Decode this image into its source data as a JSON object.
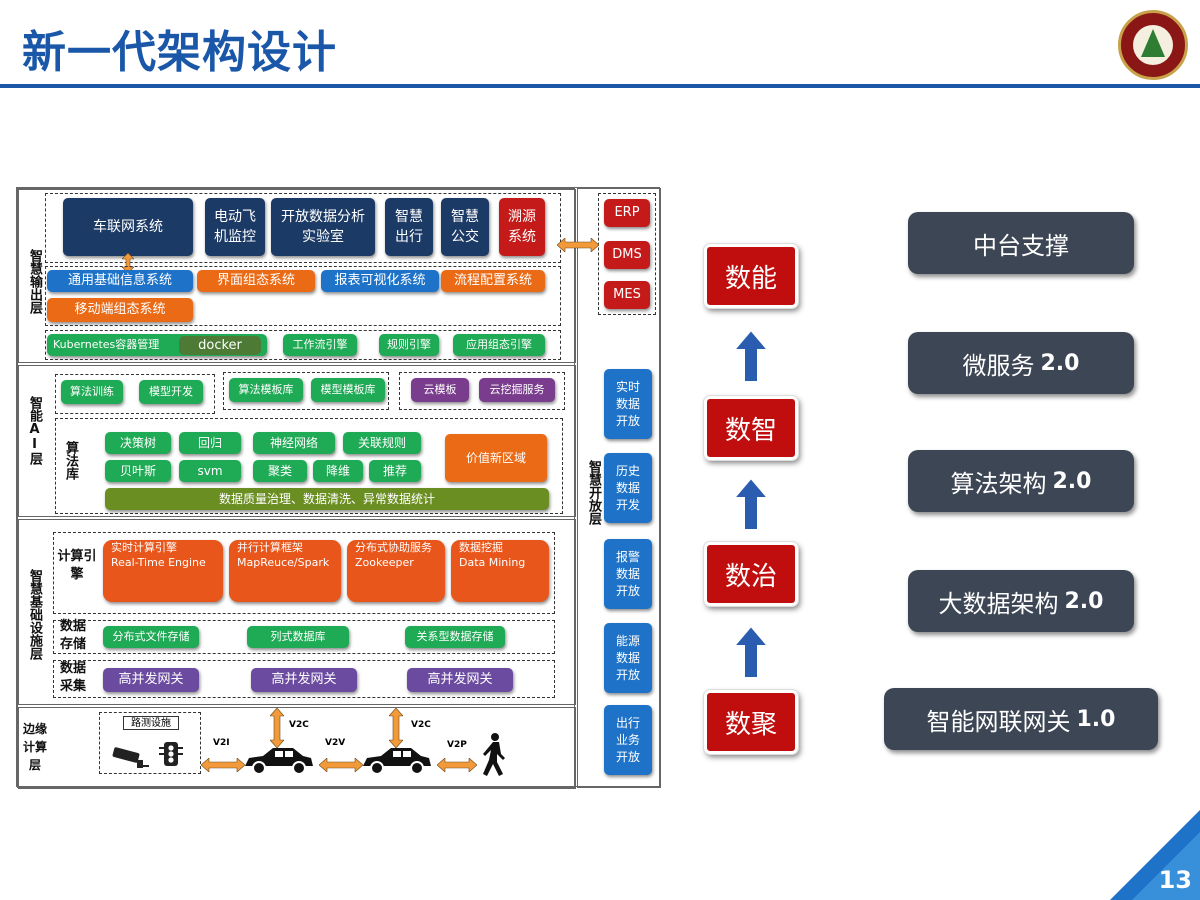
{
  "page": {
    "title": "新一代架构设计",
    "page_number": "13"
  },
  "layers": {
    "output": "智慧输出层",
    "ai": "智能AI层",
    "infra": "智慧基础设施层",
    "edge": "边缘计算层",
    "open": "智慧开放层"
  },
  "output_layer": {
    "apps": [
      "车联网系统",
      "电动飞机监控",
      "开放数据分析实验室",
      "智慧出行",
      "智慧公交",
      "溯源系统"
    ],
    "app_lines": [
      [
        "车联网系统"
      ],
      [
        "电动飞",
        "机监控"
      ],
      [
        "开放数据分析",
        "实验室"
      ],
      [
        "智慧",
        "出行"
      ],
      [
        "智慧",
        "公交"
      ],
      [
        "溯源",
        "系统"
      ]
    ],
    "components": [
      "通用基础信息系统",
      "界面组态系统",
      "报表可视化系统",
      "流程配置系统",
      "移动端组态系统"
    ],
    "engines": [
      "Kubernetes容器管理",
      "docker",
      "工作流引擎",
      "规则引擎",
      "应用组态引擎"
    ]
  },
  "external_systems": [
    "ERP",
    "DMS",
    "MES"
  ],
  "ai_layer": {
    "top": [
      "算法训练",
      "模型开发",
      "算法模板库",
      "模型模板库",
      "云模板",
      "云挖掘服务"
    ],
    "lib_label": "算法库",
    "algorithms": [
      "决策树",
      "回归",
      "神经网络",
      "关联规则",
      "贝叶斯",
      "svm",
      "聚类",
      "降维",
      "推荐"
    ],
    "value_zone": "价值新区域",
    "data_quality": "数据质量治理、数据清洗、异常数据统计"
  },
  "infra_layer": {
    "compute_label": "计算引擎",
    "engines": [
      {
        "cn": "实时计算引擎",
        "en": "Real-Time Engine"
      },
      {
        "cn": "并行计算框架",
        "en": "MapReuce/Spark"
      },
      {
        "cn": "分布式协助服务",
        "en": "Zookeeper"
      },
      {
        "cn": "数据挖掘",
        "en": "Data Mining"
      }
    ],
    "storage_label": "数据存储",
    "storage": [
      "分布式文件存储",
      "列式数据库",
      "关系型数据存储"
    ],
    "collect_label": "数据采集",
    "gateways": [
      "高并发网关",
      "高并发网关",
      "高并发网关"
    ]
  },
  "edge_layer": {
    "roadside": "路测设施",
    "links": [
      "V2I",
      "V2C",
      "V2V",
      "V2C",
      "V2P"
    ]
  },
  "open_layer": {
    "items": [
      [
        "实时",
        "数据",
        "开放"
      ],
      [
        "历史",
        "数据",
        "开发"
      ],
      [
        "报警",
        "数据",
        "开放"
      ],
      [
        "能源",
        "数据",
        "开放"
      ],
      [
        "出行",
        "业务",
        "开放"
      ]
    ]
  },
  "stages": [
    "数能",
    "数智",
    "数治",
    "数聚"
  ],
  "evolution": [
    {
      "text": "中台支撑",
      "version": ""
    },
    {
      "text": "微服务",
      "version": "2.0"
    },
    {
      "text": "算法架构",
      "version": "2.0"
    },
    {
      "text": "大数据架构",
      "version": "2.0"
    },
    {
      "text": "智能网联网关",
      "version": "1.0"
    }
  ],
  "colors": {
    "brand": "#1a57a8",
    "stage_red": "#c00d0d",
    "pill": "#3d4654",
    "engine_orange": "#e8561b"
  }
}
